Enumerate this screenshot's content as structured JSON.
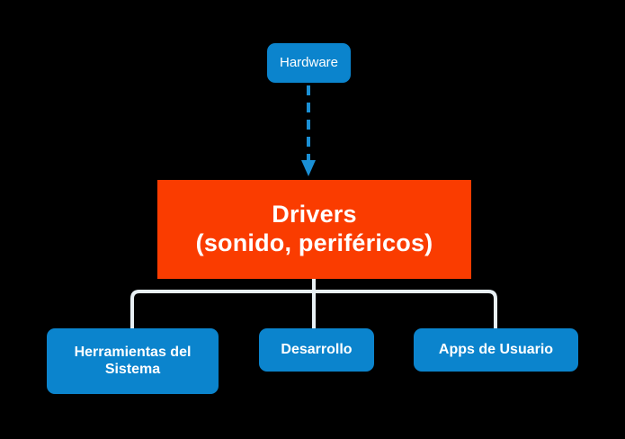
{
  "diagram": {
    "background_color": "#000000",
    "nodes": {
      "hardware": {
        "label": "Hardware",
        "color": "#0b84cd",
        "text_color": "#ffffff"
      },
      "drivers": {
        "label": "Drivers\n(sonido, periféricos)",
        "color": "#fa3c00",
        "text_color": "#ffffff"
      },
      "herramientas": {
        "label": "Herramientas del Sistema",
        "color": "#0b84cd",
        "text_color": "#ffffff"
      },
      "desarrollo": {
        "label": "Desarrollo",
        "color": "#0b84cd",
        "text_color": "#ffffff"
      },
      "apps": {
        "label": "Apps de Usuario",
        "color": "#0b84cd",
        "text_color": "#ffffff"
      }
    },
    "connectors": {
      "hardware_to_drivers": {
        "style": "dashed",
        "color": "#1a8fd4",
        "arrowhead": "down"
      },
      "drivers_to_children": {
        "style": "solid",
        "color": "#e8f0f4",
        "arrowhead": "none"
      }
    }
  }
}
